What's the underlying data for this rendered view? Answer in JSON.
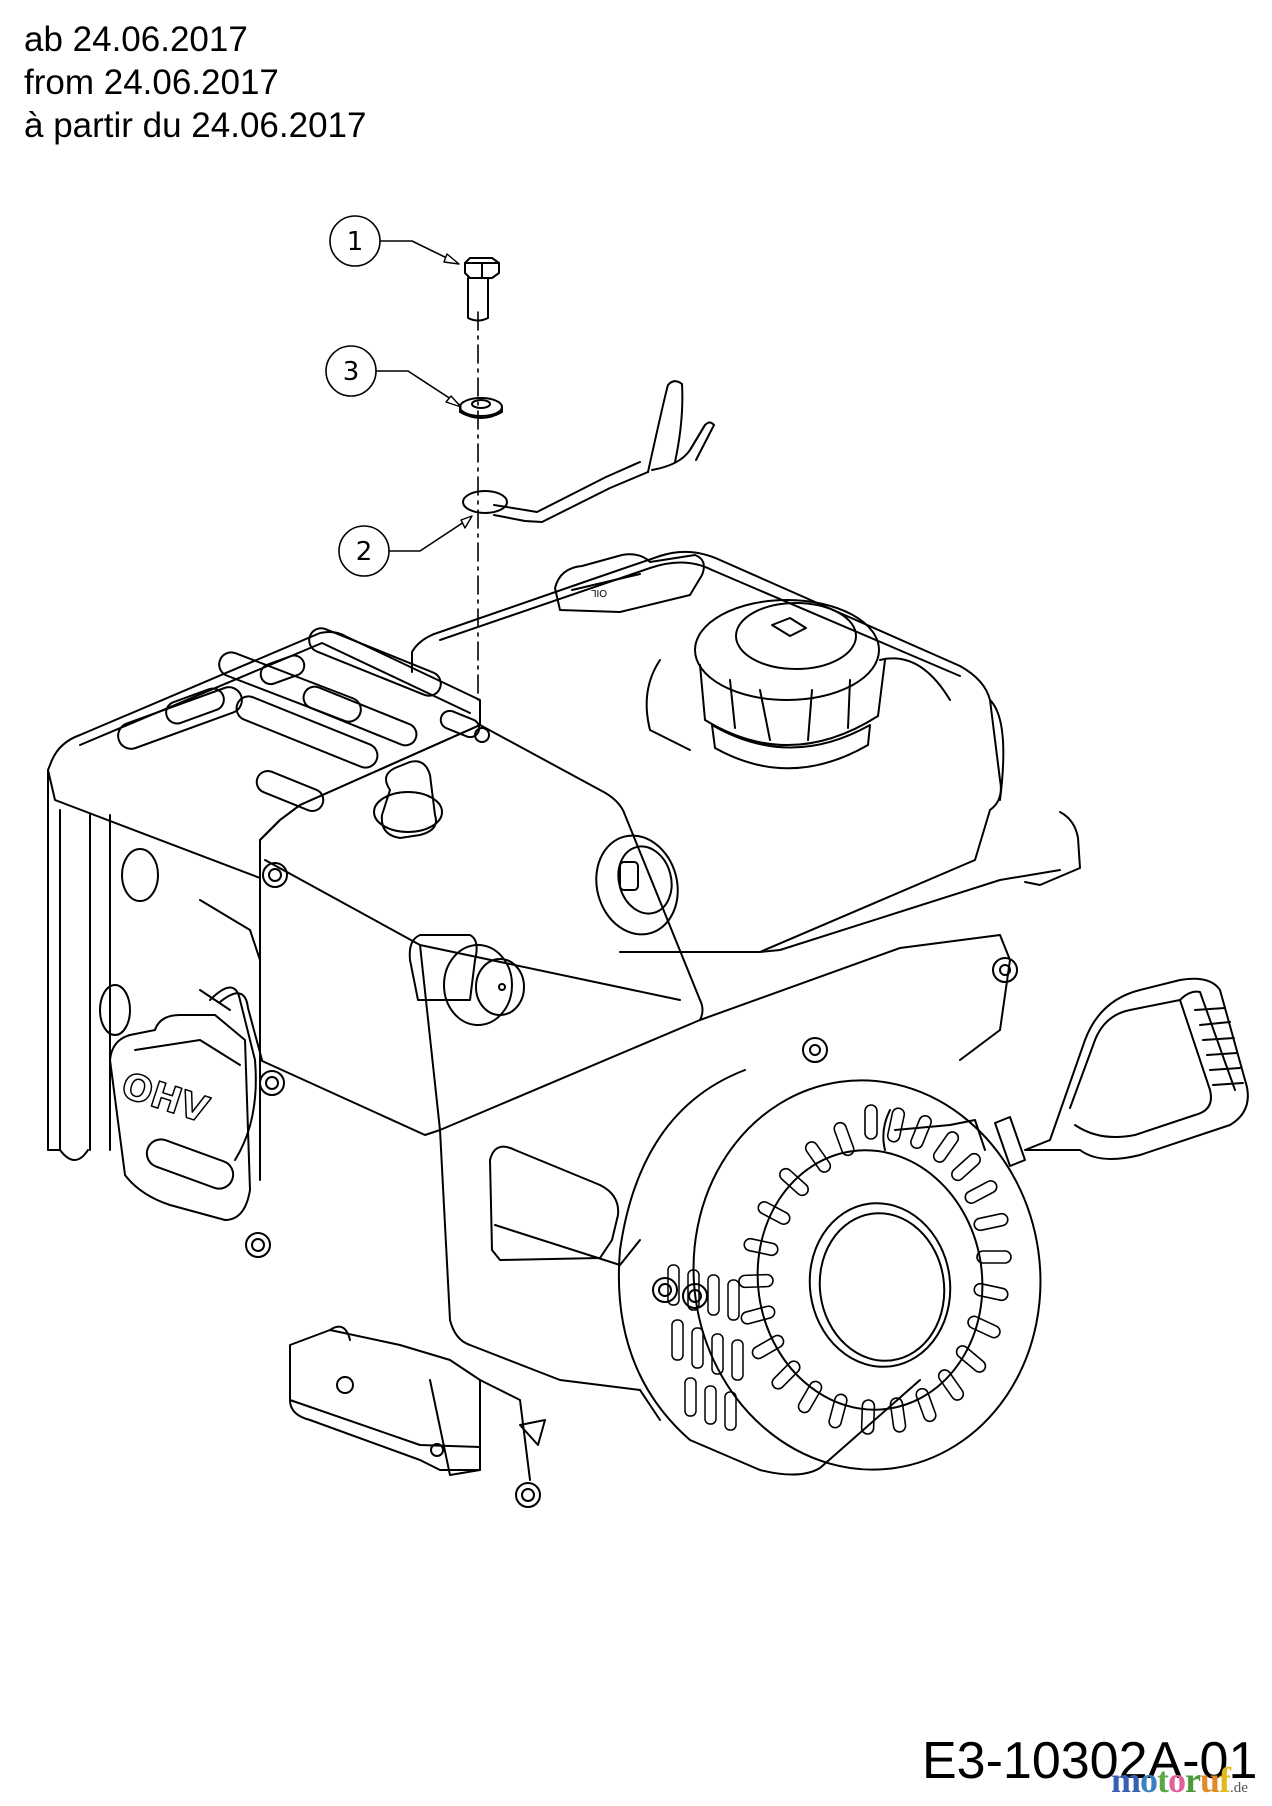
{
  "header": {
    "lines": [
      "ab 24.06.2017",
      "from 24.06.2017",
      "à partir du 24.06.2017"
    ]
  },
  "callouts": [
    {
      "number": "1",
      "part": "hex-bolt"
    },
    {
      "number": "3",
      "part": "washer"
    },
    {
      "number": "2",
      "part": "wire-hook"
    }
  ],
  "engine_labels": {
    "valve_cover": "OHV",
    "oil_cap": "OIL"
  },
  "footer": {
    "part_number": "E3-10302A-01"
  },
  "watermark": {
    "letters": [
      "m",
      "o",
      "t",
      "o",
      "r",
      "u",
      "f"
    ],
    "colors": [
      "#3b5fb0",
      "#3b82c4",
      "#5aa84a",
      "#e0609a",
      "#4a9a3a",
      "#e08a2a",
      "#e0b820"
    ],
    "suffix": ".de"
  }
}
